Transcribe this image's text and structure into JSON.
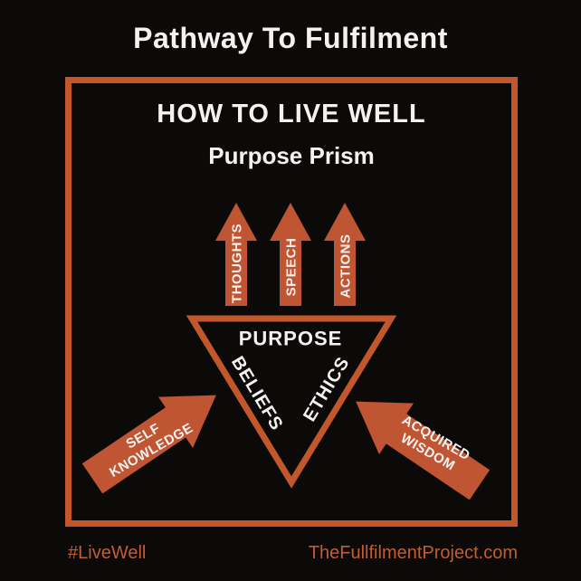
{
  "title": "Pathway To Fulfilment",
  "board": {
    "heading": "HOW TO LIVE WELL",
    "subheading": "Purpose Prism"
  },
  "prism": {
    "center_label": "PURPOSE",
    "left_edge_label": "BELIEFS",
    "right_edge_label": "ETHICS",
    "output_arrows": [
      {
        "label": "THOUGHTS"
      },
      {
        "label": "SPEECH"
      },
      {
        "label": "ACTIONS"
      }
    ],
    "input_arrows": [
      {
        "line1": "SELF",
        "line2": "KNOWLEDGE"
      },
      {
        "line1": "ACQUIRED",
        "line2": "WISDOM"
      }
    ]
  },
  "footer": {
    "hashtag": "#LiveWell",
    "website": "TheFullfilmentProject.com"
  },
  "colors": {
    "background": "#0C0A09",
    "accent_orange": "#C1572B",
    "arrow_orange": "#BF5533",
    "text_white": "#F4F2EF"
  }
}
